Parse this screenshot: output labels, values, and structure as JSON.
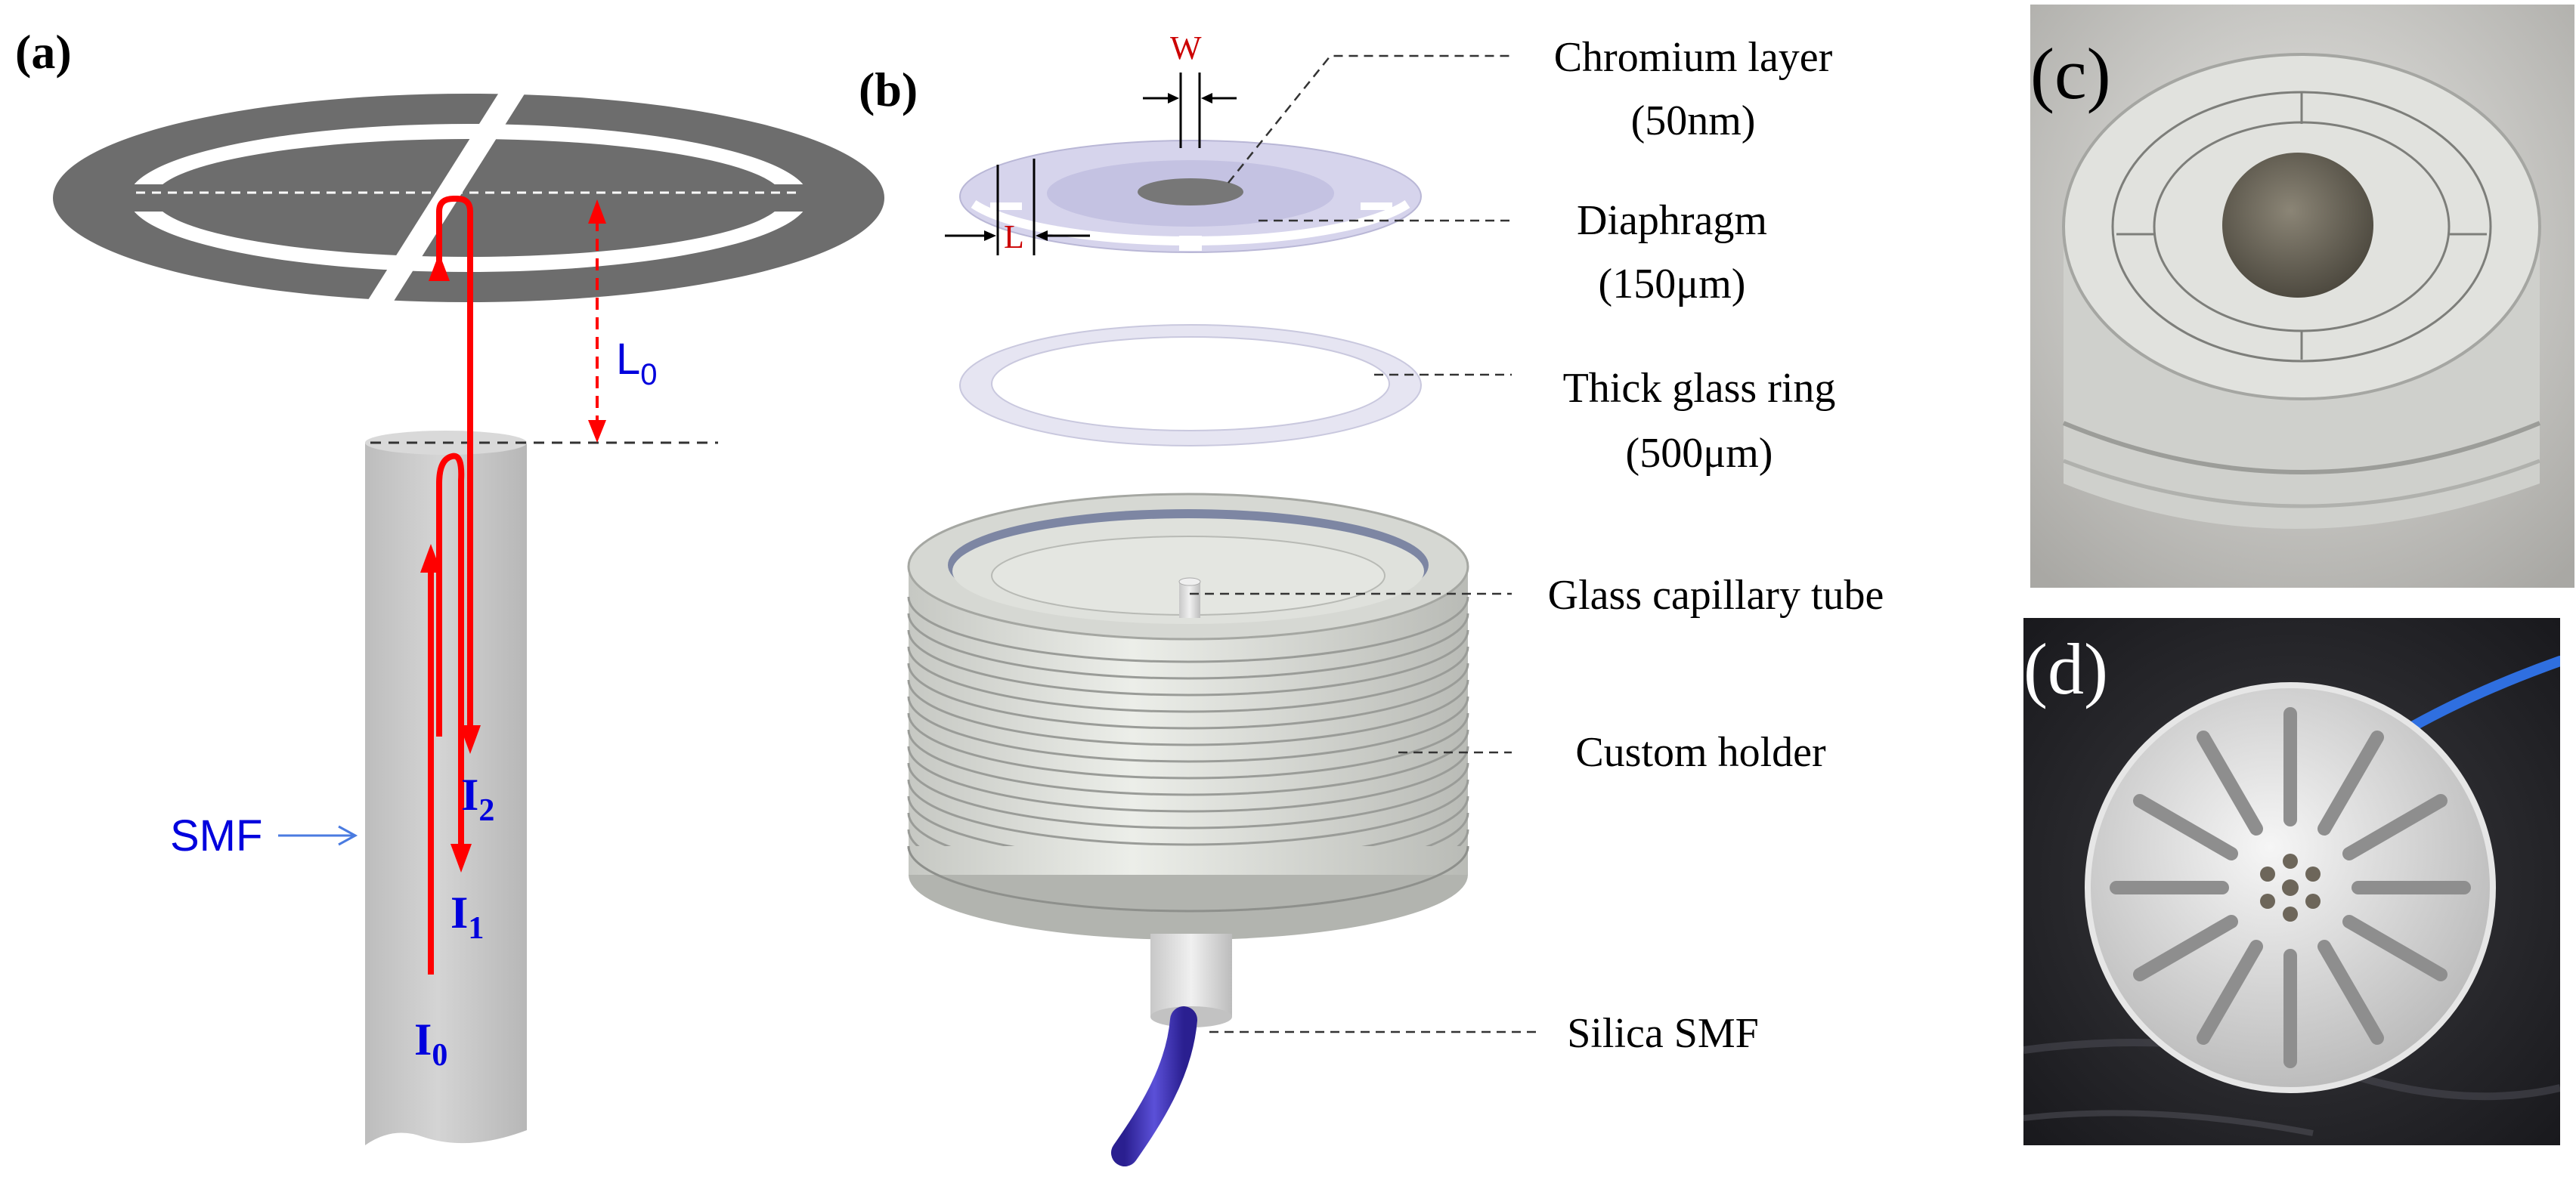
{
  "panels": {
    "a": {
      "label": "(a)",
      "length_label": "L",
      "length_sub": "0",
      "fiber_label": "SMF",
      "beams": [
        {
          "letter": "I",
          "sub": "2"
        },
        {
          "letter": "I",
          "sub": "1"
        },
        {
          "letter": "I",
          "sub": "0"
        }
      ]
    },
    "b": {
      "label": "(b)",
      "width_label": "W",
      "length_label": "L",
      "callouts": [
        {
          "line1": "Chromium layer",
          "line2": "(50nm)"
        },
        {
          "line1": "Diaphragm",
          "line2": "(150μm)"
        },
        {
          "line1": "Thick glass ring",
          "line2": "(500μm)"
        },
        {
          "line1": "Glass capillary tube",
          "line2": ""
        },
        {
          "line1": "Custom holder",
          "line2": ""
        },
        {
          "line1": "Silica SMF",
          "line2": ""
        }
      ]
    },
    "c": {
      "label": "(c)"
    },
    "d": {
      "label": "(d)"
    }
  },
  "colors": {
    "diaphragm_gray": "#6f6f6f",
    "fiber_gray": "#c9c9c9",
    "beam_red": "#ff0000",
    "label_blue": "#0000dd",
    "dim_red": "#cc0000",
    "cable_blue": "#3a2fb0"
  }
}
